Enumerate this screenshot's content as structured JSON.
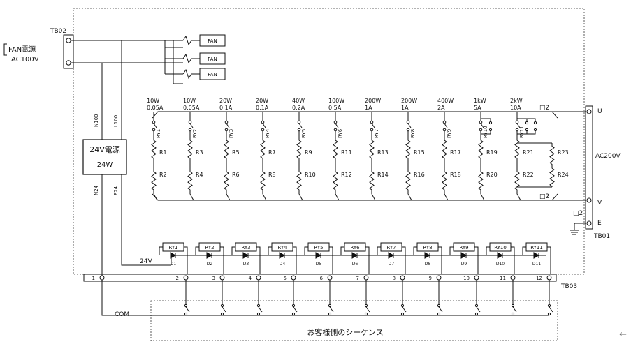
{
  "fan_supply": {
    "terminal_block": "TB02",
    "label_line1": "FAN電源",
    "label_line2": "AC100V",
    "fan_labels": [
      "FAN",
      "FAN",
      "FAN"
    ]
  },
  "power_supply": {
    "title": "24V電源",
    "rating": "24W",
    "wire_n100": "N100",
    "wire_l100": "L100",
    "wire_n24": "N24",
    "wire_p24": "P24",
    "rail_label": "24V"
  },
  "load_bank": {
    "ratings": [
      {
        "power": "10W",
        "current": "0.05A"
      },
      {
        "power": "10W",
        "current": "0.05A"
      },
      {
        "power": "20W",
        "current": "0.1A"
      },
      {
        "power": "20W",
        "current": "0.1A"
      },
      {
        "power": "40W",
        "current": "0.2A"
      },
      {
        "power": "100W",
        "current": "0.5A"
      },
      {
        "power": "200W",
        "current": "1A"
      },
      {
        "power": "200W",
        "current": "1A"
      },
      {
        "power": "400W",
        "current": "2A"
      },
      {
        "power": "1kW",
        "current": "5A"
      },
      {
        "power": "2kW",
        "current": "10A"
      }
    ],
    "contacts": [
      "RY1",
      "RY2",
      "RY3",
      "RY4",
      "RY5",
      "RY6",
      "RY7",
      "RY8",
      "RY9",
      "RY10",
      "RY11"
    ],
    "top_resistors": [
      "R1",
      "R3",
      "R5",
      "R7",
      "R9",
      "R11",
      "R13",
      "R15",
      "R17",
      "R19",
      "R21"
    ],
    "bottom_resistors": [
      "R2",
      "R4",
      "R6",
      "R8",
      "R10",
      "R12",
      "R14",
      "R16",
      "R18",
      "R20",
      "R22"
    ],
    "extra_resistors": [
      "R23",
      "R24"
    ]
  },
  "main_terminal": {
    "block": "TB01",
    "u": "U",
    "v": "V",
    "e": "E",
    "voltage": "AC200V",
    "wire_size_top": "□2",
    "wire_size_mid": "□2",
    "wire_size_ground": "□2"
  },
  "relays": {
    "coils": [
      "RY1",
      "RY2",
      "RY3",
      "RY4",
      "RY5",
      "RY6",
      "RY7",
      "RY8",
      "RY9",
      "RY10",
      "RY11"
    ],
    "diodes": [
      "D1",
      "D2",
      "D3",
      "D4",
      "D5",
      "D6",
      "D7",
      "D8",
      "D9",
      "D10",
      "D11"
    ]
  },
  "signal_terminal": {
    "block": "TB03",
    "numbers": [
      "1",
      "2",
      "3",
      "4",
      "5",
      "6",
      "7",
      "8",
      "9",
      "10",
      "11",
      "12"
    ],
    "com_label": "COM"
  },
  "customer": {
    "label": "お客様側のシーケンス"
  },
  "nav": {
    "arrow": "←"
  }
}
